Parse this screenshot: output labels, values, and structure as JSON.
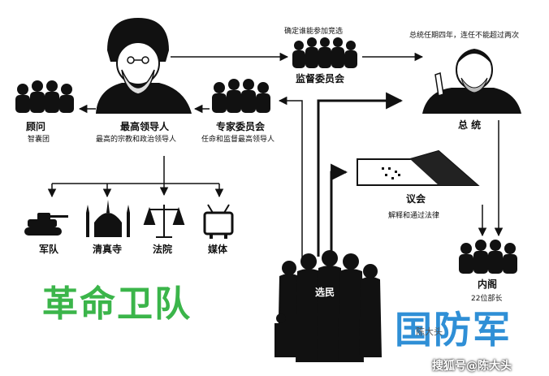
{
  "nodes": {
    "supreme_leader": {
      "label": "最高领导人",
      "desc": "最高的宗教和政治领导人"
    },
    "advisors": {
      "label": "顾问",
      "desc": "智囊团"
    },
    "experts": {
      "label": "专家委员会",
      "desc": "任命和监督最高领导人"
    },
    "guardian": {
      "label": "监督委员会",
      "desc": "确定谁能参加竞选"
    },
    "president": {
      "label": "总 统",
      "desc": "总统任期四年，连任不能超过两次"
    },
    "parliament": {
      "label": "议会",
      "desc": "解释和通过法律"
    },
    "cabinet": {
      "label": "内阁",
      "desc": "22位部长"
    },
    "voters": {
      "label": "选民"
    },
    "army": {
      "label": "军队"
    },
    "mosque": {
      "label": "清真寺"
    },
    "court": {
      "label": "法院"
    },
    "media": {
      "label": "媒体"
    }
  },
  "overlay": {
    "irgc": "革命卫队",
    "national_army": "国防军",
    "watermark_top": "陈大头",
    "watermark_bottom": "搜狐号@陈大头"
  },
  "colors": {
    "irgc": "#3bb54a",
    "national_army": "#2f8fd6",
    "ink": "#111111"
  }
}
